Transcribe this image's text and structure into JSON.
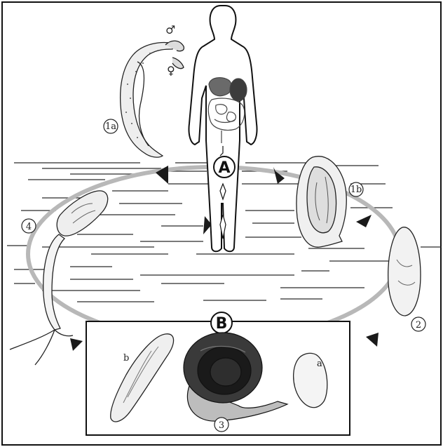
{
  "labels": {
    "male_symbol": "♂",
    "female_symbol": "♀",
    "stage_1a": "1a",
    "stage_1b": "1b",
    "stage_2": "2",
    "stage_3": "3",
    "stage_4": "4",
    "host_A": "A",
    "host_B": "B",
    "label_a": "a",
    "label_b": "b"
  },
  "colors": {
    "cycle_path": "#b8b8b8",
    "arrow": "#1a1a1a",
    "water_line": "#2a2a2a",
    "frame": "#111111",
    "organs": "#444444"
  }
}
